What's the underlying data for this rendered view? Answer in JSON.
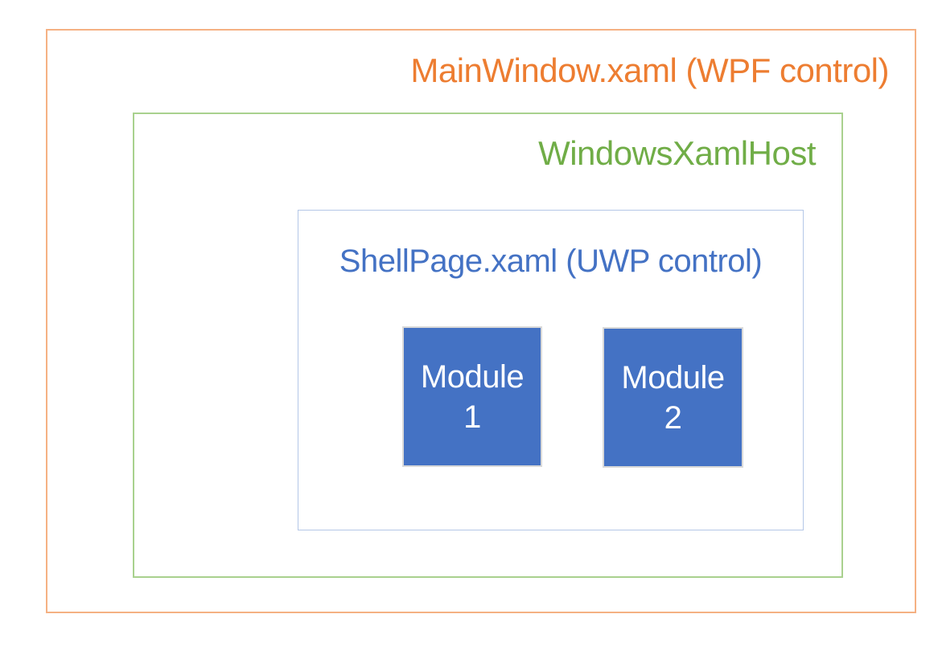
{
  "diagram": {
    "background_color": "#FFFFFF",
    "boxes": {
      "main_window": {
        "label": "MainWindow.xaml (WPF control)",
        "border_color": "#F5B183",
        "label_color": "#ED7D31"
      },
      "xaml_host": {
        "label": "WindowsXamlHost",
        "border_color": "#A9D18E",
        "label_color": "#70AD47"
      },
      "shell_page": {
        "label": "ShellPage.xaml (UWP control)",
        "border_color": "#B4C7E7",
        "label_color": "#4472C4"
      }
    },
    "modules": [
      {
        "name": "Module",
        "number": "1",
        "fill_color": "#4472C4",
        "border_color": "#D9D9D9",
        "text_color": "#FFFFFF"
      },
      {
        "name": "Module",
        "number": "2",
        "fill_color": "#4472C4",
        "border_color": "#D9D9D9",
        "text_color": "#FFFFFF"
      }
    ]
  }
}
